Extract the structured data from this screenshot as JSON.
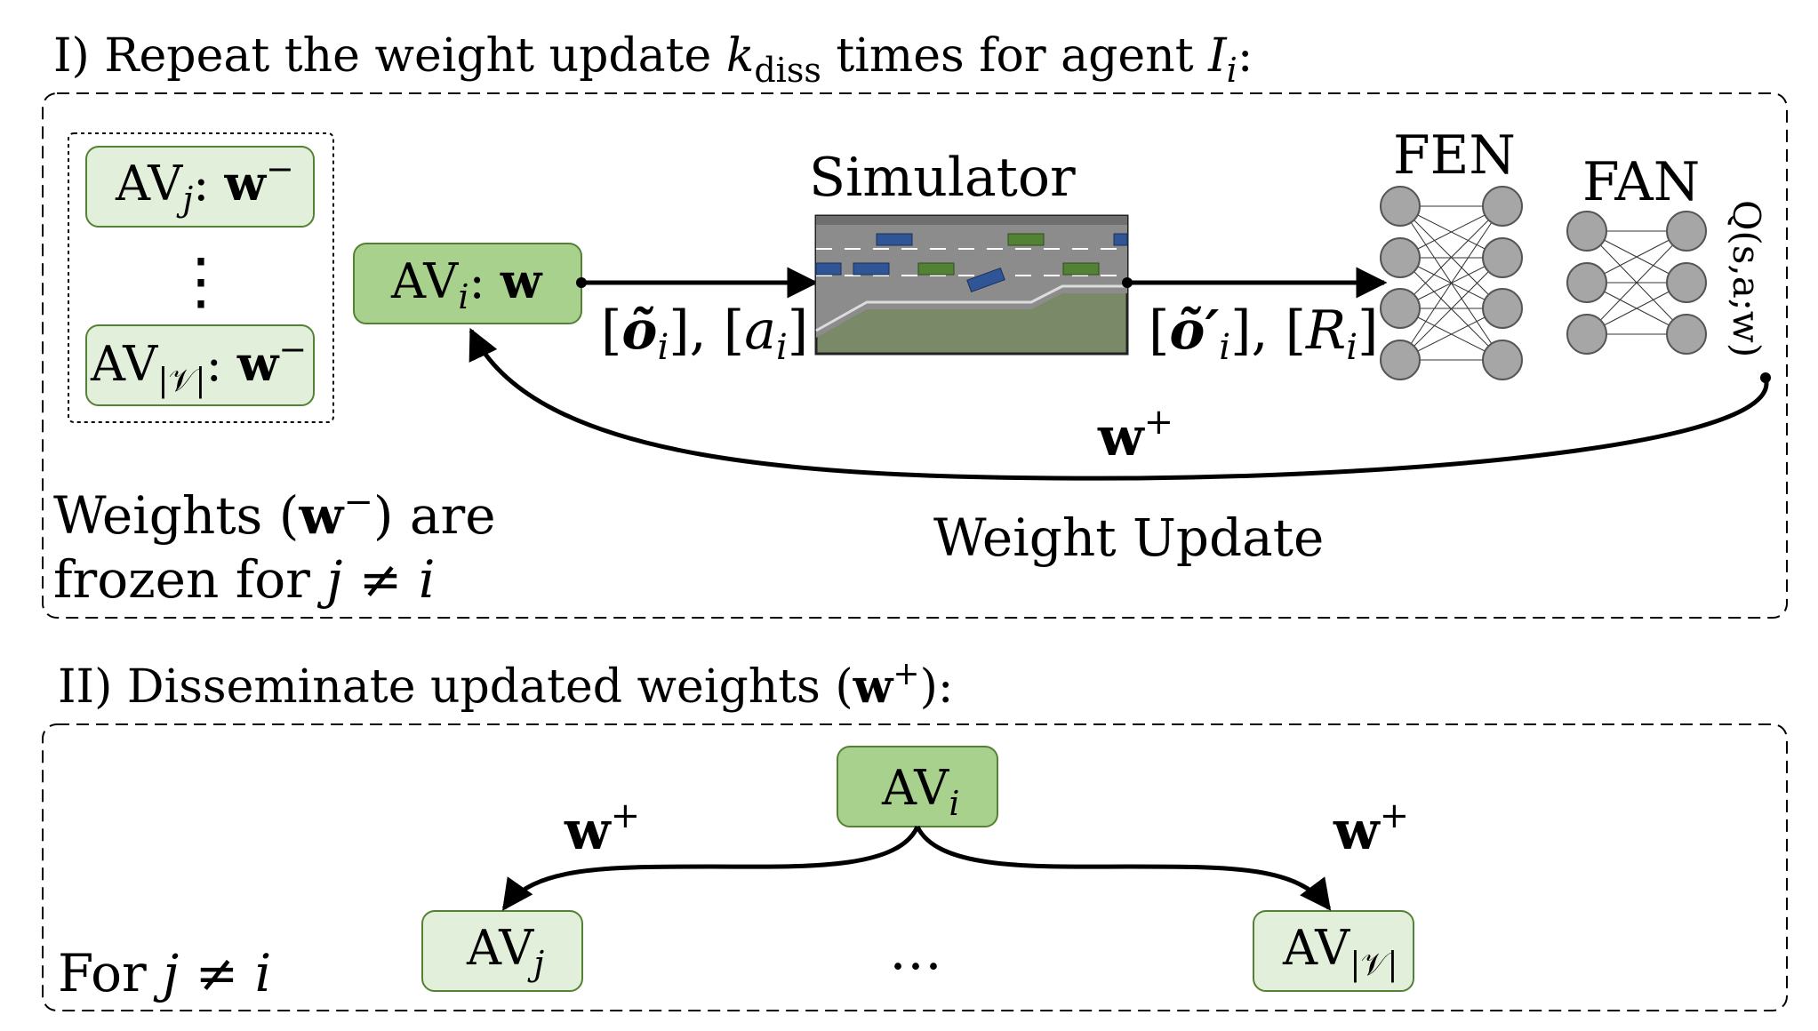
{
  "section1": {
    "title_prefix": "I) Repeat the weight update ",
    "title_k": "k",
    "title_k_sub": "diss",
    "title_suffix": " times for agent ",
    "title_agent": "I",
    "title_agent_sub": "i",
    "title_colon": ":",
    "frozen_group": {
      "top": {
        "av": "AV",
        "sub": "j",
        "sep": ": ",
        "w": "w",
        "sup": "−"
      },
      "dots": "⋮",
      "bottom": {
        "av": "AV",
        "sub": "|𝒱|",
        "sep": ": ",
        "w": "w",
        "sup": "−"
      }
    },
    "agent_box": {
      "av": "AV",
      "sub": "i",
      "sep": ": ",
      "w": "w"
    },
    "simulator_label": "Simulator",
    "obs_action_label": {
      "o": "õ",
      "i1": "i",
      "a": "a",
      "i2": "i"
    },
    "obs_reward_label": {
      "o": "õ′",
      "i1": "i",
      "r": "R",
      "i2": "i"
    },
    "fen_label": "FEN",
    "fan_label": "FAN",
    "q_label": "Q(s,a;w)",
    "update_arrow_label": {
      "w": "w",
      "sup": "+"
    },
    "weight_update_label": "Weight Update",
    "frozen_note_line1": {
      "pre": "Weights (",
      "w": "w",
      "sup": "−",
      "post": ") are"
    },
    "frozen_note_line2": {
      "pre": "frozen for ",
      "j": "j",
      "neq": " ≠ ",
      "i": "i"
    }
  },
  "section2": {
    "title_pre": "II) Disseminate updated weights (",
    "title_w": "w",
    "title_sup": "+",
    "title_post": "):",
    "source_box": {
      "av": "AV",
      "sub": "i"
    },
    "left_target": {
      "av": "AV",
      "sub": "j"
    },
    "right_target": {
      "av": "AV",
      "sub": "|𝒱|"
    },
    "dots": "…",
    "left_arrow_label": {
      "w": "w",
      "sup": "+"
    },
    "right_arrow_label": {
      "w": "w",
      "sup": "+"
    },
    "note": {
      "pre": "For ",
      "j": "j",
      "neq": " ≠ ",
      "i": "i"
    }
  },
  "colors": {
    "light_green_fill": "#e2efda",
    "mid_green_fill": "#a9d18e",
    "green_border": "#548235",
    "node_fill": "#a6a6a6",
    "road_gray": "#8c8c8c",
    "grass": "#7a8a68",
    "car_blue": "#2f5597",
    "car_green": "#548235"
  }
}
